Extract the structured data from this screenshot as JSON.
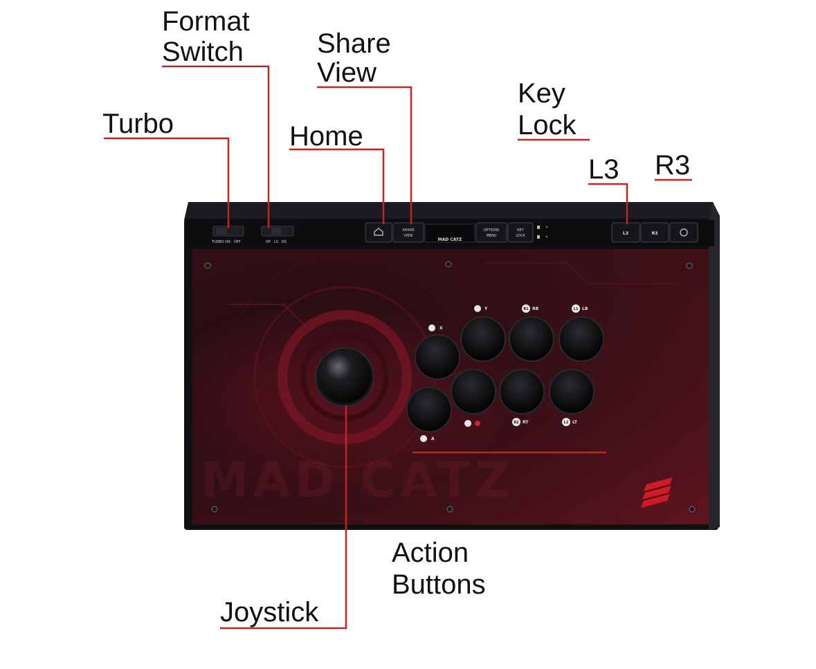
{
  "callouts": {
    "turbo": "Turbo",
    "format_switch": [
      "Format",
      "Switch"
    ],
    "share_view": [
      "Share",
      "View"
    ],
    "home": "Home",
    "key_lock": [
      "Key",
      "Lock"
    ],
    "l3": "L3",
    "r3": "R3",
    "action_buttons": [
      "Action",
      "Buttons"
    ],
    "joystick": "Joystick"
  },
  "device": {
    "brand": "MAD CATZ",
    "turbo_switch_labels": [
      "TURBO ON",
      "OFF"
    ],
    "format_switch_labels": [
      "DP",
      "LS",
      "RS"
    ],
    "center_buttons": {
      "share_view": [
        "SHARE",
        "VIEW"
      ],
      "options_menu": [
        "OPTIONS",
        "MENU"
      ],
      "key_lock": [
        "KEY",
        "LOCK"
      ]
    },
    "top_right_buttons": {
      "l3": "L3",
      "r3": "R3"
    },
    "button_labels": {
      "top_left": "X",
      "y": "Y",
      "r1": "R1",
      "rb": "RB",
      "l1": "L1",
      "lb": "LB",
      "bottom_left": "A",
      "r2": "R2",
      "rt": "RT",
      "l2": "L2",
      "lt": "LT"
    }
  },
  "colors": {
    "leader_line": "#c0261f",
    "body": "#111114",
    "panel_red": "#6e1420"
  }
}
